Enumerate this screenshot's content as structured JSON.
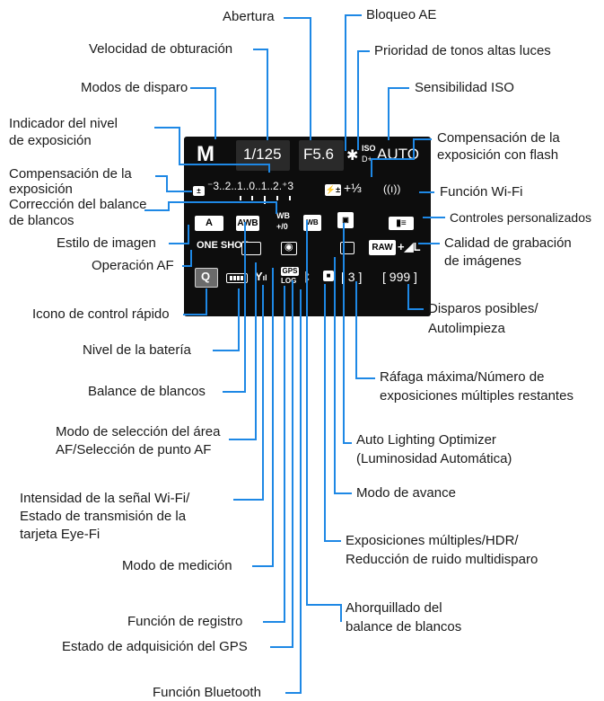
{
  "colors": {
    "leader_line": "#1e88e5",
    "screen_bg": "#0d0d0d",
    "screen_text": "#ffffff",
    "label_text": "#1a1a1a"
  },
  "labels": {
    "abertura": "Abertura",
    "bloqueo_ae": "Bloqueo AE",
    "velocidad": "Velocidad de obturación",
    "prioridad_tonos": "Prioridad de tonos altas luces",
    "modos_disparo": "Modos de disparo",
    "sensibilidad_iso": "Sensibilidad ISO",
    "indicador_nivel_1": "Indicador del nivel",
    "indicador_nivel_2": "de exposición",
    "comp_flash_1": "Compensación de la",
    "comp_flash_2": "exposición con flash",
    "comp_expo_1": "Compensación de la",
    "comp_expo_2": "exposición",
    "funcion_wifi": "Función Wi-Fi",
    "correccion_bal_1": "Corrección del balance",
    "correccion_bal_2": "de blancos",
    "controles_pers": "Controles personalizados",
    "estilo_imagen": "Estilo de imagen",
    "calidad_1": "Calidad de grabación",
    "calidad_2": "de imágenes",
    "operacion_af": "Operación AF",
    "disparos_1": "Disparos posibles/",
    "disparos_2": "Autolimpieza",
    "icono_control": "Icono de control rápido",
    "nivel_bateria": "Nivel de la batería",
    "rafaga_1": "Ráfaga máxima/Número de",
    "rafaga_2": "exposiciones múltiples restantes",
    "balance_blancos": "Balance de blancos",
    "modo_sel_1": "Modo de selección del área",
    "modo_sel_2": "AF/Selección de punto AF",
    "alo_1": "Auto Lighting Optimizer",
    "alo_2": "(Luminosidad Automática)",
    "modo_avance": "Modo de avance",
    "intensidad_1": "Intensidad de la señal Wi-Fi/",
    "intensidad_2": "Estado de transmisión de la",
    "intensidad_3": "tarjeta Eye-Fi",
    "modo_medicion": "Modo de medición",
    "expo_mult_1": "Exposiciones múltiples/HDR/",
    "expo_mult_2": "Reducción de ruido multidisparo",
    "funcion_registro": "Función de registro",
    "ahorquillado_1": "Ahorquillado del",
    "ahorquillado_2": "balance de blancos",
    "gps": "Estado de adquisición del GPS",
    "bluetooth": "Función Bluetooth"
  },
  "screen": {
    "mode": "M",
    "shutter": "1/125",
    "aperture": "F5.6",
    "ae_lock": "✱",
    "iso_icon_top": "ISO",
    "iso_icon_bottom": "D+",
    "iso_value": "AUTO",
    "exp_scale_top": "⁻3..2..1..0..1..2.⁺3",
    "flash_comp": "+⅓",
    "wifi_symbol": "((ı))",
    "wb_shift": "WB",
    "wb_shift_sub": "+/0",
    "picture_style": "A",
    "wb": "AWB",
    "af_operation": "ONE SHOT",
    "quality_raw": "RAW",
    "quality_jpeg": "+◢L",
    "quick_control": "Q",
    "gps_top": "GPS",
    "gps_bottom": "LOG",
    "bluetooth_symbol": "ᛒ",
    "max_burst": "[ 3 ]",
    "shots": "[ 999 ]"
  }
}
